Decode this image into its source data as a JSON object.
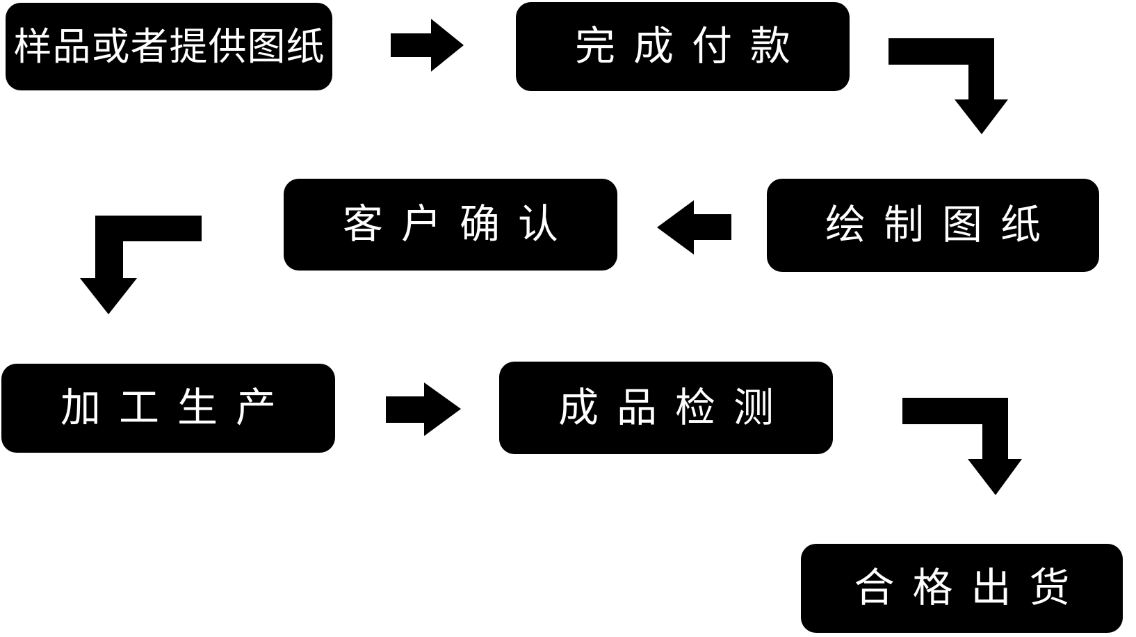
{
  "diagram": {
    "type": "flowchart",
    "title": "production-order-process-flow",
    "colors": {
      "background": "#ffffff",
      "node_background": "#000000",
      "node_text": "#ffffff",
      "arrow": "#000000"
    },
    "nodes": [
      {
        "id": "sample-or-drawing",
        "label": "样品或者提供图纸"
      },
      {
        "id": "payment",
        "label": "完成付款"
      },
      {
        "id": "draw-drawing",
        "label": "绘制图纸"
      },
      {
        "id": "customer-confirm",
        "label": "客户确认"
      },
      {
        "id": "production",
        "label": "加工生产"
      },
      {
        "id": "inspection",
        "label": "成品检测"
      },
      {
        "id": "shipment",
        "label": "合格出货"
      }
    ],
    "edges": [
      {
        "from": "sample-or-drawing",
        "to": "payment",
        "type": "arrow-right"
      },
      {
        "from": "payment",
        "to": "draw-drawing",
        "type": "elbow-right-down"
      },
      {
        "from": "draw-drawing",
        "to": "customer-confirm",
        "type": "arrow-left"
      },
      {
        "from": "customer-confirm",
        "to": "production",
        "type": "elbow-left-down"
      },
      {
        "from": "production",
        "to": "inspection",
        "type": "arrow-right"
      },
      {
        "from": "inspection",
        "to": "shipment",
        "type": "elbow-right-down"
      }
    ]
  }
}
